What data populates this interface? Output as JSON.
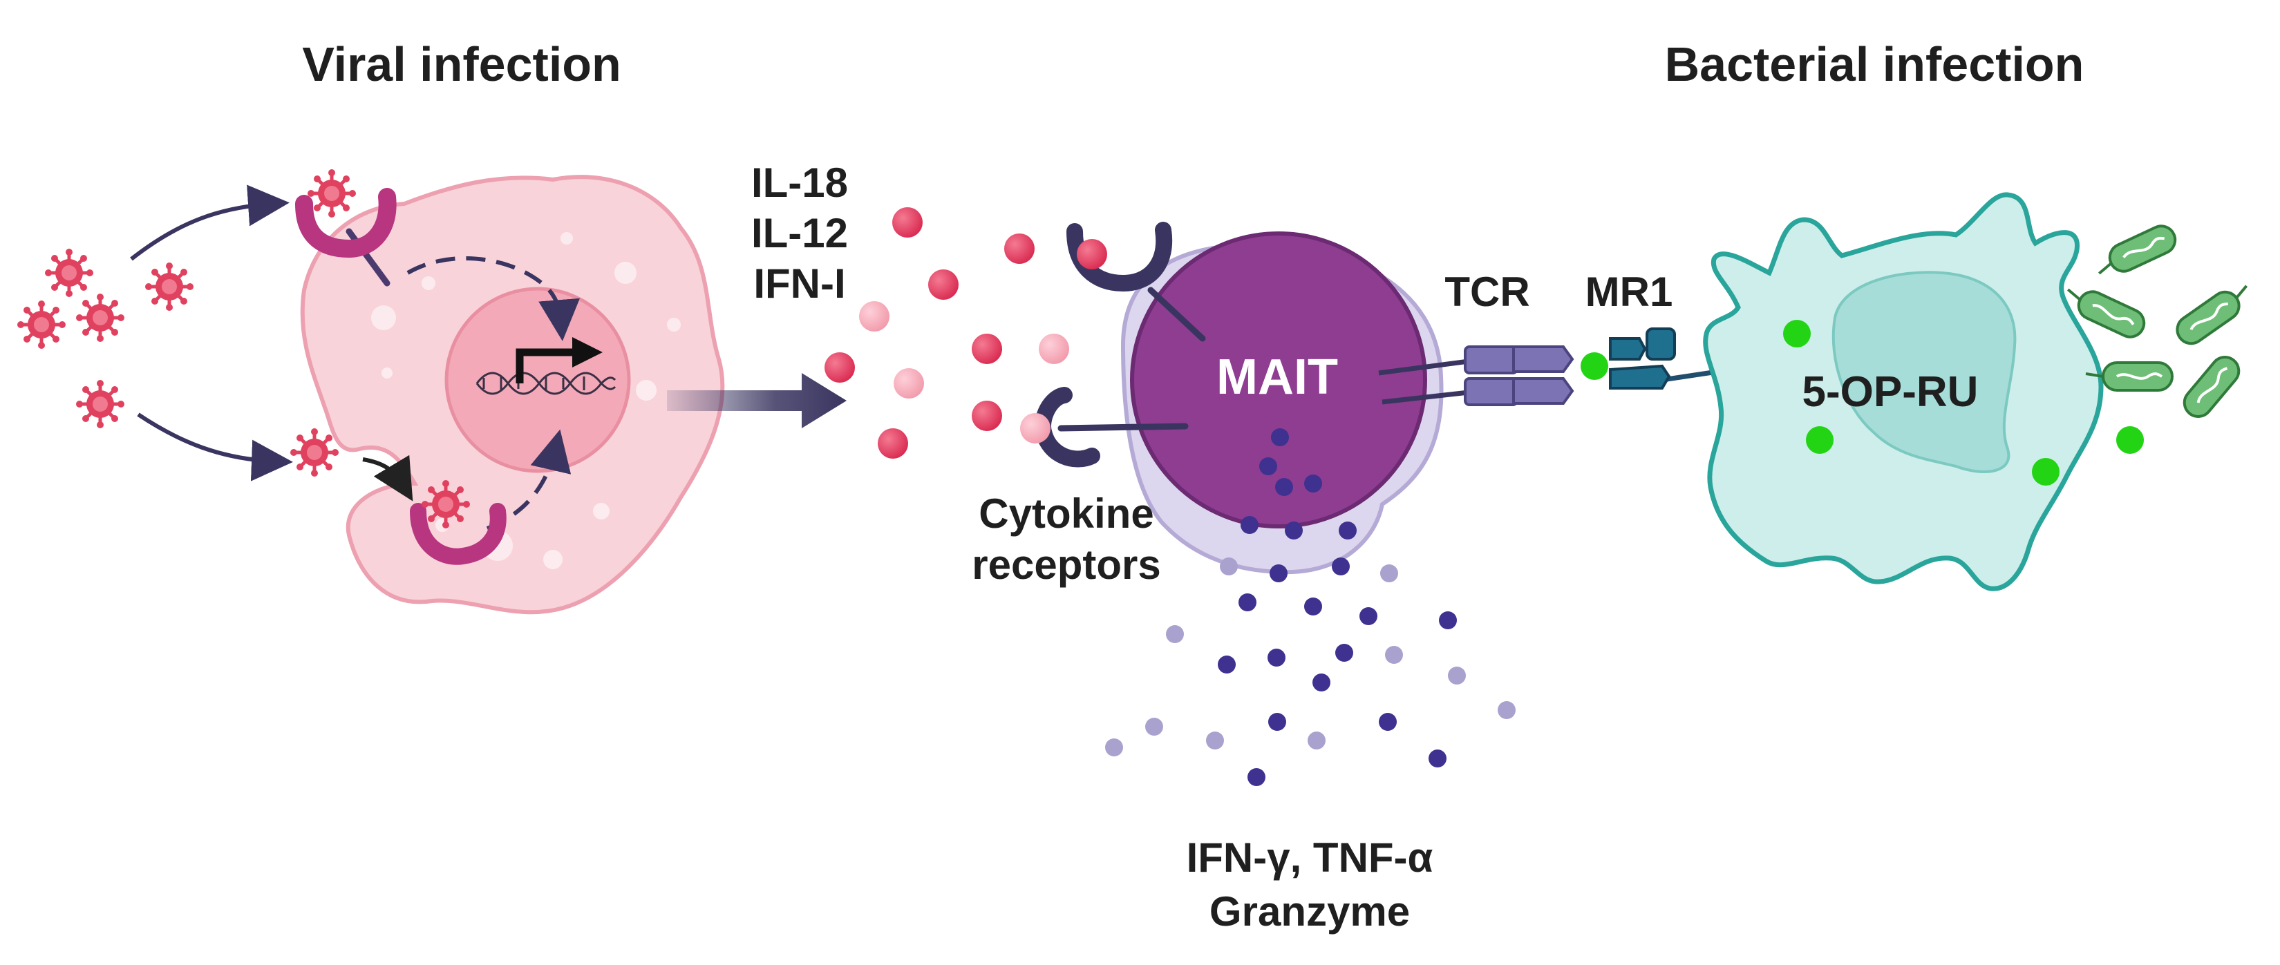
{
  "titles": {
    "viral": "Viral infection",
    "bacterial": "Bacterial infection"
  },
  "cytokines": [
    "IL-18",
    "IL-12",
    "IFN-I"
  ],
  "mait_label": "MAIT",
  "cytokine_receptors": [
    "Cytokine",
    "receptors"
  ],
  "tcr_label": "TCR",
  "mr1_label": "MR1",
  "ligand_label": "5-OP-RU",
  "effectors": [
    "IFN-γ, TNF-α",
    "Granzyme"
  ],
  "colors": {
    "virus": "#e0415f",
    "infected_cell": "#f9d3da",
    "infected_cell_border": "#eda0b0",
    "nucleus": "#f4a9b8",
    "receptor_magenta": "#b8357f",
    "arrow_dark": "#3a3560",
    "cytokine_pink": "#e64064",
    "cytokine_light": "#f6a6b6",
    "mait_purple": "#8e3d91",
    "mait_halo": "#dcd6ee",
    "granule_dark": "#3e3190",
    "granule_light": "#a9a2cf",
    "tcr": "#7b73b3",
    "mr1": "#1f6f8f",
    "apc": "#cdeeea",
    "apc_border": "#2aa59b",
    "ligand_green": "#22d414",
    "bacteria": "#6fbe78"
  }
}
